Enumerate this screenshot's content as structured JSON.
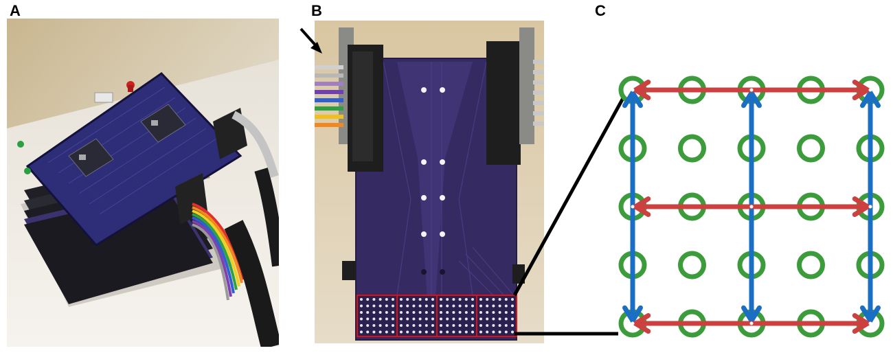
{
  "figure": {
    "panels": [
      {
        "id": "A",
        "label": "A",
        "content": "photo-stacked-pcb-boards"
      },
      {
        "id": "B",
        "label": "B",
        "content": "photo-electrode-array-board"
      },
      {
        "id": "C",
        "label": "C",
        "content": "electrode-grid-diagram"
      }
    ]
  },
  "colors": {
    "electrode_ring": "#3c9c3c",
    "horizontal_arrow": "#cc4040",
    "vertical_arrow": "#1a6fc4",
    "pcb": "#3a2f6e",
    "connector": "#2b2b2b",
    "grid_box": "#e01010",
    "zoom_line": "#000000"
  },
  "grid": {
    "rows": 5,
    "cols": 5,
    "horizontal_arrow_rows": [
      0,
      2,
      4
    ],
    "vertical_arrow_cols": [
      0,
      2,
      4
    ]
  },
  "icons": {
    "arrow_pointer": "black-arrow-icon"
  }
}
